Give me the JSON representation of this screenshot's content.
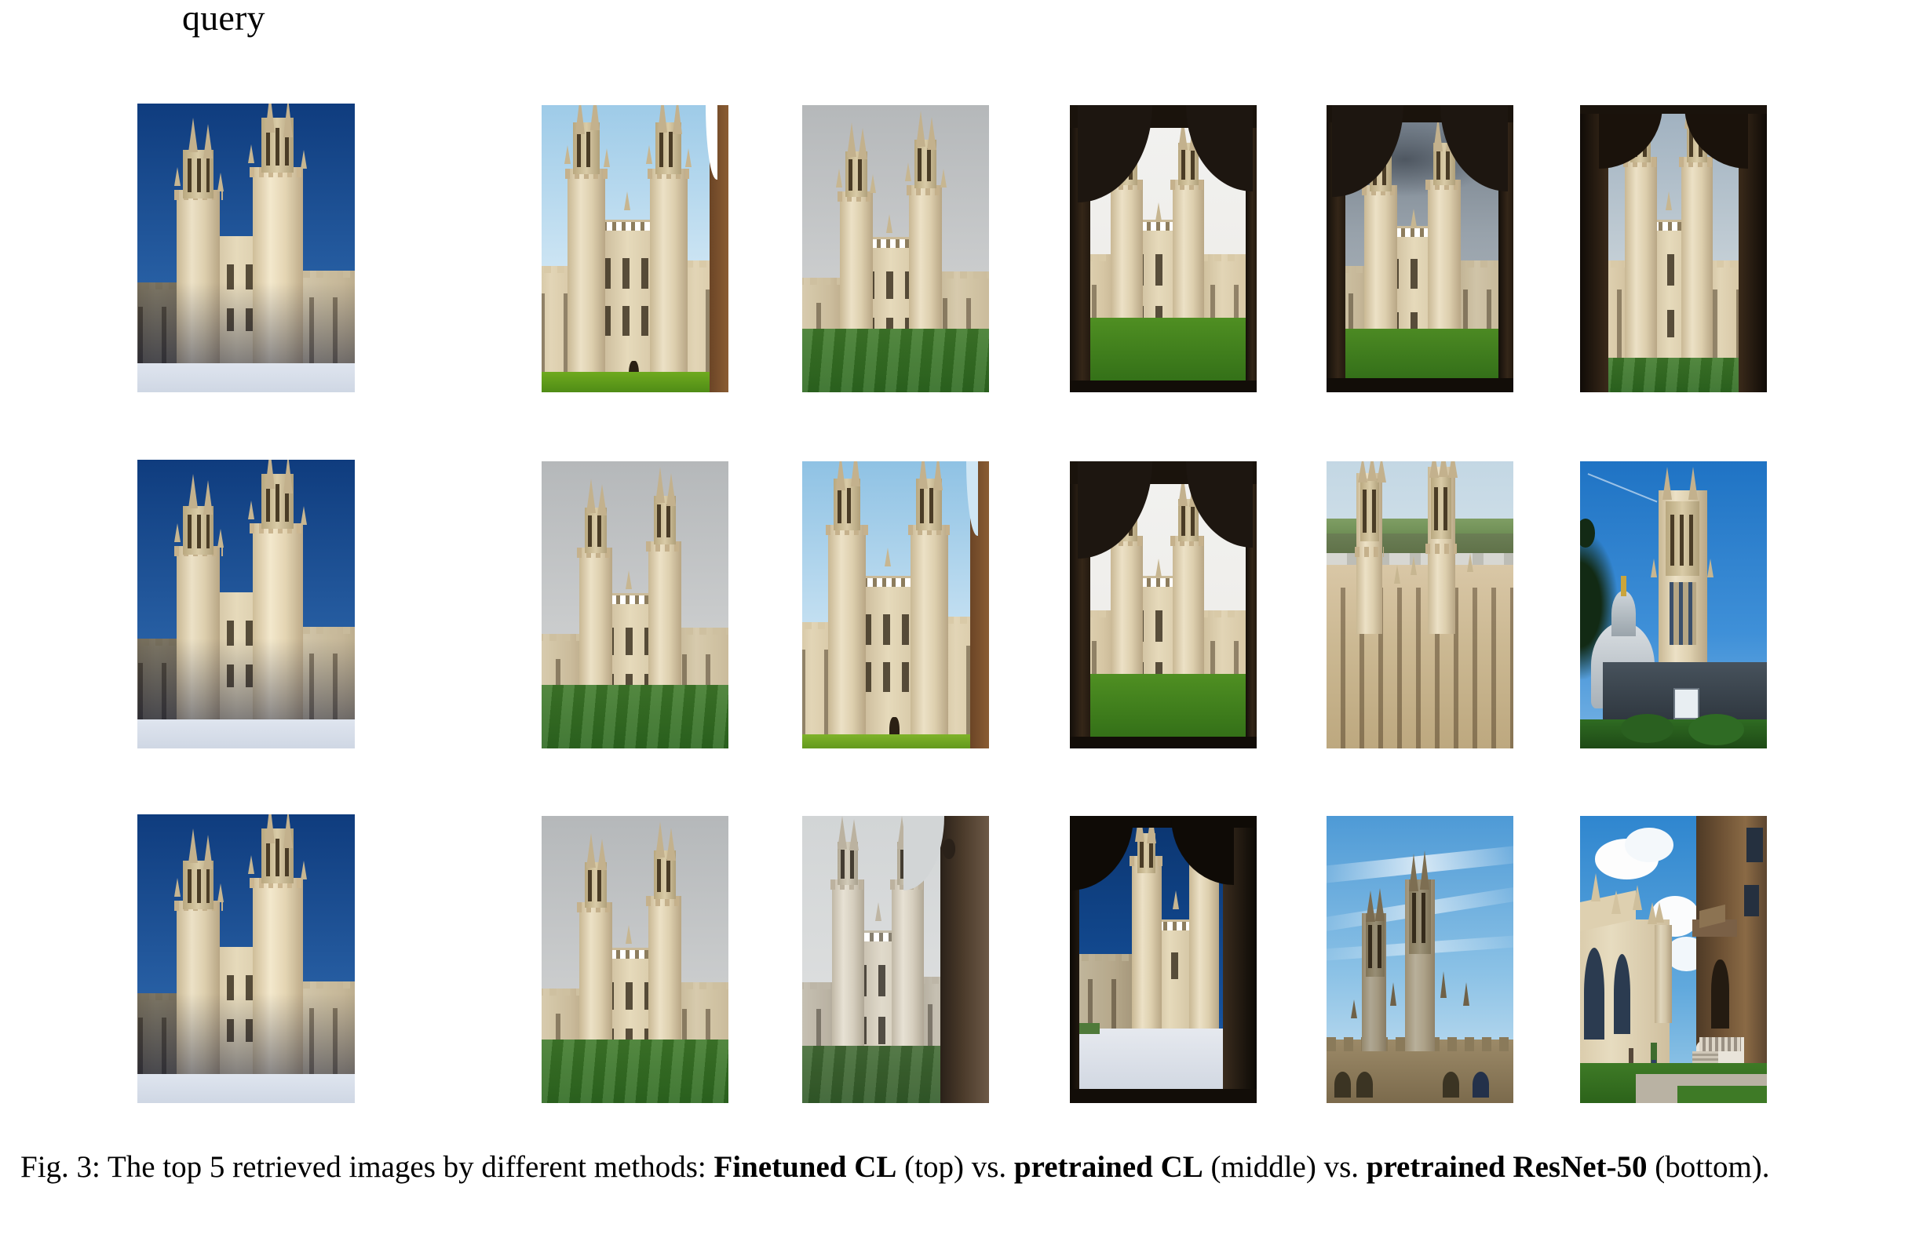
{
  "figure": {
    "column_header": "query",
    "caption": {
      "prefix": "Fig. 3: The top 5 retrieved images by different methods: ",
      "method1": "Finetuned CL",
      "sep1": " (top) vs. ",
      "method2": "pretrained CL",
      "sep2": " (middle) vs. ",
      "method3": "pretrained ResNet-50",
      "suffix": " (bottom)."
    }
  },
  "rows": [
    {
      "method": "Finetuned CL",
      "query": {
        "alt": "All Souls College twin towers against deep blue sky with snow on ground",
        "sky": "#1b4a8c",
        "ground": "snow"
      },
      "results": [
        {
          "rank": 1,
          "alt": "All Souls facade, pale blue sky, brown arch edge at right, bright green grass"
        },
        {
          "rank": 2,
          "alt": "All Souls facade under overcast grey sky with striped green lawn"
        },
        {
          "rank": 3,
          "alt": "All Souls seen through dark stone archway, white sky, green lawn"
        },
        {
          "rank": 4,
          "alt": "All Souls through archway under stormy grey clouds, green lawn"
        },
        {
          "rank": 5,
          "alt": "All Souls framed by dark arch columns, striped lawn"
        }
      ]
    },
    {
      "method": "pretrained CL",
      "query": {
        "alt": "All Souls College twin towers against deep blue sky with snow on ground",
        "sky": "#1b4a8c",
        "ground": "snow"
      },
      "results": [
        {
          "rank": 1,
          "alt": "All Souls facade under overcast grey sky with striped green lawn"
        },
        {
          "rank": 2,
          "alt": "All Souls facade, blue sky, brown arch edge at right, yellow-green grass"
        },
        {
          "rank": 3,
          "alt": "All Souls seen through dark stone archway, white sky, green lawn"
        },
        {
          "rank": 4,
          "alt": "Elevated close view of All Souls towers with distant green hills"
        },
        {
          "rank": 5,
          "alt": "Single tower and lead dome against vivid blue sky with dark tree"
        }
      ]
    },
    {
      "method": "pretrained ResNet-50",
      "query": {
        "alt": "All Souls College twin towers against deep blue sky with snow on ground",
        "sky": "#1b4a8c",
        "ground": "snow"
      },
      "results": [
        {
          "rank": 1,
          "alt": "All Souls facade under overcast grey sky with striped green lawn"
        },
        {
          "rank": 2,
          "alt": "Desaturated All Souls facade with dark pillar at right, striped lawn"
        },
        {
          "rank": 3,
          "alt": "Snow-covered quad through dark arch under deep blue sky"
        },
        {
          "rank": 4,
          "alt": "Upward view of twin spires against blue sky with wispy clouds"
        },
        {
          "rank": 5,
          "alt": "Chapel side with Radcliffe Camera stonework, balustrade stair, lawn"
        }
      ]
    }
  ],
  "colors": {
    "stone_light": "#e2d5b6",
    "stone_dark": "#b8a685",
    "sky_deep_blue": "#1b4a8c",
    "sky_pale_blue": "#bcd9ef",
    "sky_overcast": "#b9bcbd",
    "sky_white": "#f0f0ee",
    "lawn_green": "#3f7a2a",
    "arch_dark": "#1c150d",
    "snow": "#e9ecf2"
  }
}
